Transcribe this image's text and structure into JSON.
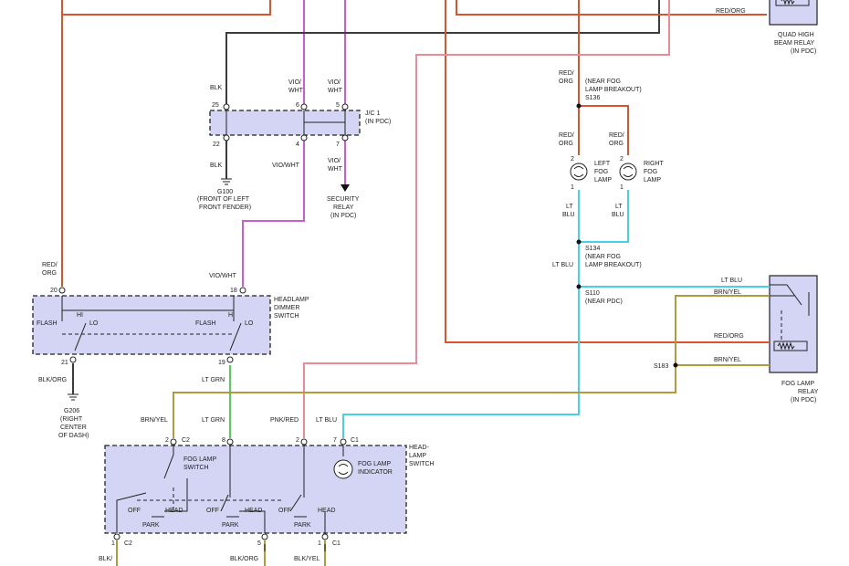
{
  "colors": {
    "red_org": "#d9542e",
    "pink": "#e98a94",
    "violet": "#cc5ad6",
    "dark_gray": "#3c3c3c",
    "green": "#55d055",
    "cyan": "#46d2e2",
    "brn_yel": "#b39a3c",
    "component_fill": "#d4d4f4"
  },
  "wire_labels": {
    "blk": "BLK",
    "vio_wht": "VIO/",
    "wht": "WHT",
    "vio_wht_full": "VIO/WHT",
    "red": "RED/",
    "org": "ORG",
    "red_org_full": "RED/ORG",
    "blk_org": "BLK/ORG",
    "lt": "LT",
    "blu": "BLU",
    "lt_blu": "LT BLU",
    "lt_grn": "LT GRN",
    "brn_yel": "BRN/YEL",
    "pnk_red": "PNK/RED",
    "blk_slash": "BLK/",
    "red_trunc": "RED",
    "blk_yel": "BLK/YEL"
  },
  "pins": {
    "p25": "25",
    "p6": "6",
    "p5": "5",
    "p22": "22",
    "p4": "4",
    "p7": "7",
    "p20": "20",
    "p18": "18",
    "p21": "21",
    "p19": "19",
    "p2": "2",
    "p8": "8",
    "p1": "1",
    "c1": "C1",
    "c2": "C2"
  },
  "jc": {
    "line1": "J/C 1",
    "line2": "(IN PDC)"
  },
  "ground_g100": {
    "id": "G100",
    "line1": "(FRONT OF LEFT",
    "line2": "FRONT FENDER)"
  },
  "security_relay": {
    "line1": "SECURITY",
    "line2": "RELAY",
    "line3": "(IN PDC)"
  },
  "quad_relay": {
    "line1": "QUAD HIGH",
    "line2": "BEAM RELAY",
    "line3": "(IN PDC)"
  },
  "splices": {
    "s136": "S136",
    "s136_desc1": "(NEAR FOG",
    "s136_desc2": "LAMP BREAKOUT)",
    "s134": "S134",
    "s134_desc1": "(NEAR FOG",
    "s134_desc2": "LAMP BREAKOUT)",
    "s110": "S110",
    "s110_desc": "(NEAR PDC)",
    "s183": "S183"
  },
  "left_fog_lamp": {
    "line1": "LEFT",
    "line2": "FOG",
    "line3": "LAMP"
  },
  "right_fog_lamp": {
    "line1": "RIGHT",
    "line2": "FOG",
    "line3": "LAMP"
  },
  "dimmer_switch": {
    "line1": "HEADLAMP",
    "line2": "DIMMER",
    "line3": "SWITCH",
    "flash": "FLASH",
    "hi": "HI",
    "lo": "LO"
  },
  "fog_relay": {
    "line1": "FOG LAMP",
    "line2": "RELAY",
    "line3": "(IN PDC)"
  },
  "ground_g206": {
    "id": "G206",
    "line1": "(RIGHT",
    "line2": "CENTER",
    "line3": "OF DASH)"
  },
  "headlamp_switch": {
    "line1": "HEAD-",
    "line2": "LAMP",
    "line3": "SWITCH",
    "fog_switch1": "FOG LAMP",
    "fog_switch2": "SWITCH",
    "indicator1": "FOG LAMP",
    "indicator2": "INDICATOR",
    "off": "OFF",
    "park": "PARK",
    "head": "HEAD"
  }
}
